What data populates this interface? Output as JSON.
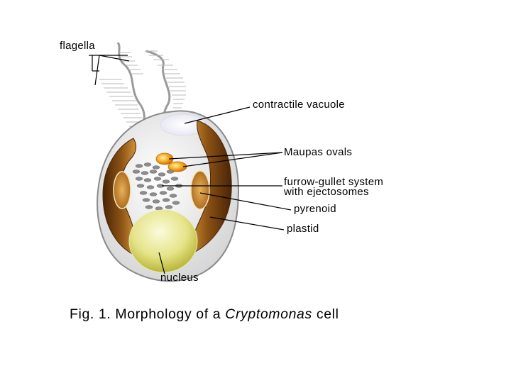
{
  "labels": {
    "flagella": "flagella",
    "contractile_vacuole": "contractile vacuole",
    "maupas_ovals": "Maupas ovals",
    "furrow_gullet_line1": "furrow-gullet system",
    "furrow_gullet_line2": "with ejectosomes",
    "pyrenoid": "pyrenoid",
    "plastid": "plastid",
    "nucleus": "nucleus"
  },
  "caption": {
    "prefix": "Fig. 1. Morphology of a ",
    "genus": "Cryptomonas",
    "suffix": " cell"
  },
  "colors": {
    "cell_fill": "#e9e9e9",
    "cell_outline": "#8a8a8a",
    "plastid_dark": "#5a2e08",
    "plastid_light": "#c98a2c",
    "nucleus_light": "#f7f7c8",
    "nucleus_dark": "#c5c24a",
    "maupas_oval": "#f0a020",
    "vacuole": "#ffffff"
  }
}
